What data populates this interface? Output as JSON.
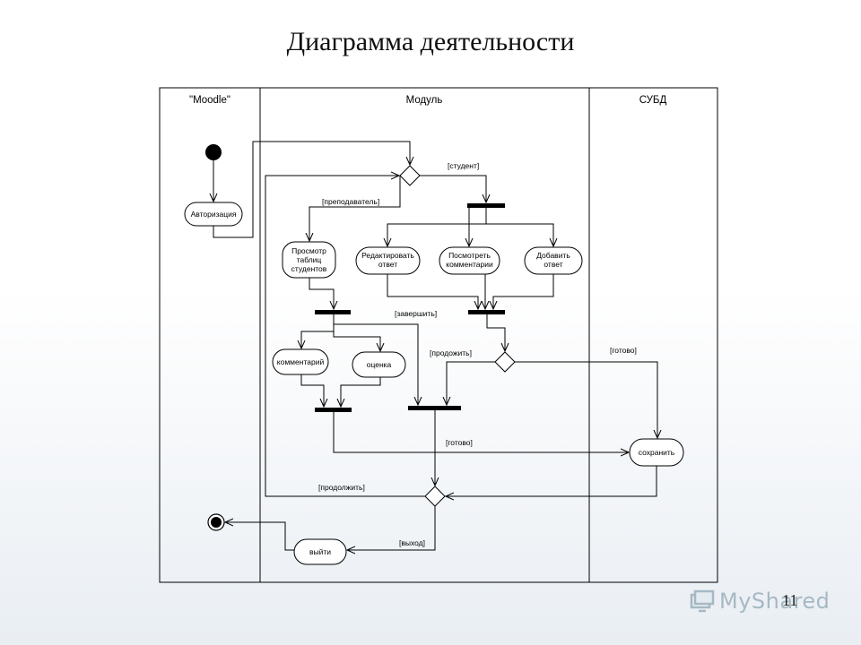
{
  "title": "Диаграмма деятельности",
  "swimlanes": [
    "\"Moodle\"",
    "Модуль",
    "СУБД"
  ],
  "activities": {
    "auth": "Авторизация",
    "view_tables": [
      "Просмотр",
      "таблиц",
      "студентов"
    ],
    "edit_answer": [
      "Редактировать",
      "ответ"
    ],
    "view_comments": [
      "Посмотреть",
      "комментарии"
    ],
    "add_answer": [
      "Добавить",
      "ответ"
    ],
    "comment": "комментарий",
    "grade": "оценка",
    "save": "сохранить",
    "exit": "выйти"
  },
  "guards": {
    "student": "[студент]",
    "teacher": "[преподаватель]",
    "finish": "[завершить]",
    "continue_1": "[продожить]",
    "done_1": "[готово]",
    "done_2": "[готово]",
    "continue_2": "[продолжить]",
    "exit": "[выход]"
  },
  "page_number": "11",
  "watermark": "MyShared"
}
